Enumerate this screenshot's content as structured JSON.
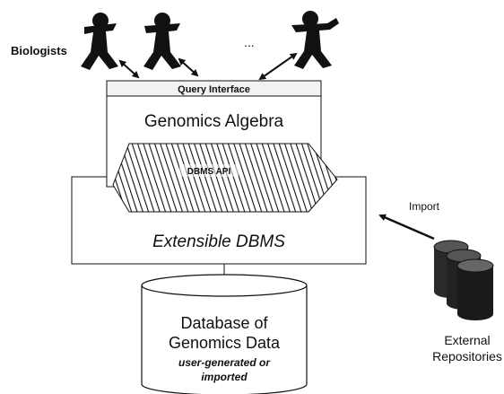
{
  "labels": {
    "biologists": "Biologists",
    "ellipsis": "...",
    "query_interface": "Query Interface",
    "genomics_algebra": "Genomics Algebra",
    "dbms_api": "DBMS API",
    "extensible_dbms": "Extensible DBMS",
    "import": "Import",
    "db_line1": "Database of",
    "db_line2": "Genomics Data",
    "db_line3": "user-generated or",
    "db_line4": "imported",
    "ext_line1": "External",
    "ext_line2": "Repositories"
  },
  "colors": {
    "ink": "#111111",
    "background": "#ffffff",
    "query_bar": "#f2f2f2"
  }
}
